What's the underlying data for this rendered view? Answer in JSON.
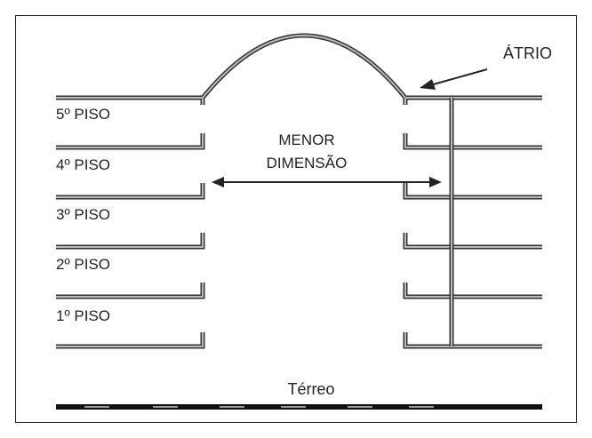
{
  "atrium_label": "ÁTRIO",
  "dimension_label": [
    "MENOR",
    "DIMENSÃO"
  ],
  "floors": [
    "5º PISO",
    "4º PISO",
    "3º PISO",
    "2º PISO",
    "1º PISO"
  ],
  "ground_label": "Térreo"
}
